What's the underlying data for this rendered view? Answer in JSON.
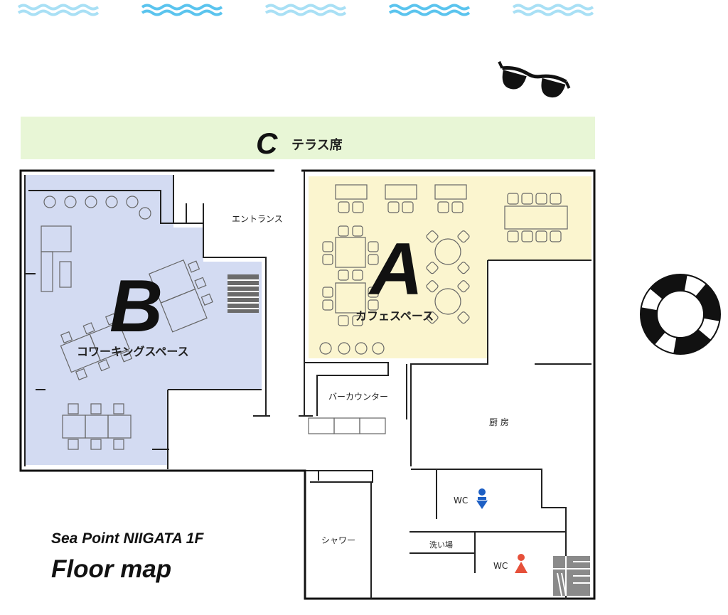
{
  "title": {
    "line1": "Sea Point NIIGATA 1F",
    "line2": "Floor map"
  },
  "zones": {
    "a": {
      "letter": "A",
      "label": "カフェスペース",
      "color": "#fbf5cf"
    },
    "b": {
      "letter": "B",
      "label": "コワーキングスペース",
      "color": "#d3dbf2"
    },
    "c": {
      "letter": "C",
      "label": "テラス席",
      "color": "#e8f6d6"
    }
  },
  "rooms": {
    "entrance": "エントランス",
    "bar_counter": "バーカウンター",
    "kitchen": "厨 房",
    "wc_men": "WC",
    "wc_women": "WC",
    "washroom": "洗い場",
    "shower": "シャワー"
  },
  "colors": {
    "wave": "#5bc4ee",
    "wc_men": "#1d5fc4",
    "wc_women": "#e6503a"
  },
  "icons": [
    "sunglasses-icon",
    "life-ring-icon",
    "wave-icon",
    "male-restroom-icon",
    "female-restroom-icon",
    "stairs-icon"
  ]
}
